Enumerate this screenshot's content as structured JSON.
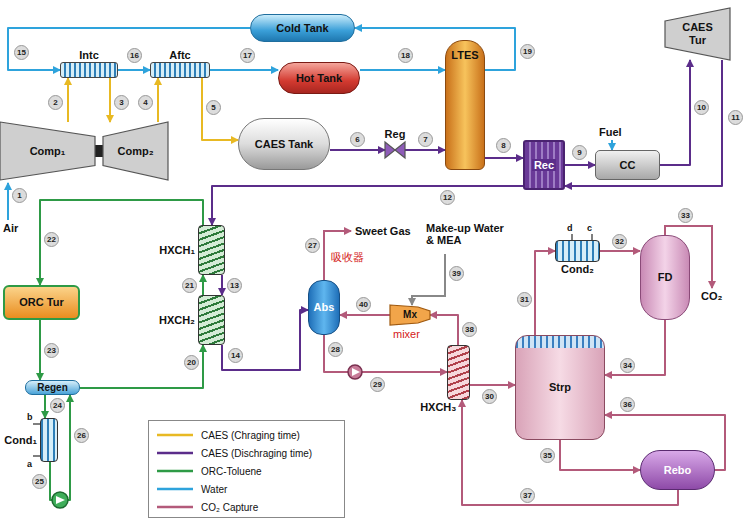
{
  "diagram": {
    "nodes": [
      {
        "text": [
          "Cold Tank"
        ]
      },
      {
        "text": [
          "Intc"
        ]
      },
      {
        "text": [
          "Aftc"
        ]
      },
      {
        "text": [
          "Hot Tank"
        ]
      },
      {
        "text": [
          "Comp₁"
        ]
      },
      {
        "text": [
          "Comp₂"
        ]
      },
      {
        "text": [
          "CAES Tank"
        ]
      },
      {
        "text": [
          "Reg"
        ]
      },
      {
        "text": [
          "LTES"
        ]
      },
      {
        "text": [
          "Rec"
        ]
      },
      {
        "text": [
          "CC"
        ]
      },
      {
        "text": [
          "CAES Tur"
        ]
      },
      {
        "text": [
          "HXCH₁"
        ]
      },
      {
        "text": [
          "HXCH₂"
        ]
      },
      {
        "text": [
          "ORC Tur"
        ]
      },
      {
        "text": [
          "Regen"
        ]
      },
      {
        "text": [
          "Cond₁"
        ]
      },
      {
        "text": [
          "Abs"
        ]
      },
      {
        "text": [
          "Mx"
        ]
      },
      {
        "text": [
          "HXCH₃"
        ]
      },
      {
        "text": [
          "Cond₂"
        ]
      },
      {
        "text": [
          "FD"
        ]
      },
      {
        "text": [
          "Strp"
        ]
      },
      {
        "text": [
          "Rebo"
        ]
      }
    ],
    "edges": [
      {
        "from": 4,
        "to": 1,
        "arrow": "to"
      },
      {
        "from": 1,
        "to": 5,
        "arrow": "to"
      },
      {
        "from": 5,
        "to": 2,
        "arrow": "to"
      },
      {
        "from": 2,
        "to": 6,
        "arrow": "to"
      },
      {
        "from": 6,
        "to": 7,
        "arrow": "to"
      },
      {
        "from": 7,
        "to": 8,
        "arrow": "to"
      },
      {
        "from": 8,
        "to": 9,
        "arrow": "to"
      },
      {
        "from": 9,
        "to": 10,
        "arrow": "to"
      },
      {
        "from": 10,
        "to": 11,
        "arrow": "to"
      },
      {
        "from": 11,
        "to": 9,
        "arrow": "to"
      },
      {
        "from": 9,
        "to": 12,
        "arrow": "to"
      },
      {
        "from": 12,
        "to": 13,
        "arrow": "to"
      },
      {
        "from": 13,
        "to": 17,
        "arrow": "to"
      },
      {
        "from": 0,
        "to": 1,
        "arrow": "to"
      },
      {
        "from": 1,
        "to": 2,
        "arrow": "to"
      },
      {
        "from": 2,
        "to": 3,
        "arrow": "to"
      },
      {
        "from": 3,
        "to": 8,
        "arrow": "to"
      },
      {
        "from": 8,
        "to": 0,
        "arrow": "to"
      },
      {
        "from": 13,
        "to": 12,
        "arrow": "to"
      },
      {
        "from": 12,
        "to": 14,
        "arrow": "to"
      },
      {
        "from": 14,
        "to": 15,
        "arrow": "to"
      },
      {
        "from": 15,
        "to": 16,
        "arrow": "to"
      },
      {
        "from": 16,
        "to": 15,
        "arrow": "to"
      },
      {
        "from": 15,
        "to": 13,
        "arrow": "to"
      },
      {
        "from": 17,
        "to": 19,
        "arrow": "to"
      },
      {
        "from": 18,
        "to": 17,
        "arrow": "to"
      },
      {
        "from": 19,
        "to": 18,
        "arrow": "to"
      },
      {
        "from": 19,
        "to": 22,
        "arrow": "to"
      },
      {
        "from": 22,
        "to": 20,
        "arrow": "to"
      },
      {
        "from": 20,
        "to": 21,
        "arrow": "to"
      },
      {
        "from": 21,
        "to": 22,
        "arrow": "to"
      },
      {
        "from": 22,
        "to": 23,
        "arrow": "to"
      },
      {
        "from": 23,
        "to": 22,
        "arrow": "to"
      },
      {
        "from": 23,
        "to": 19,
        "arrow": "to"
      }
    ],
    "labels": [
      "1",
      "Air",
      "2",
      "3",
      "4",
      "5",
      "15",
      "16",
      "17",
      "18",
      "19",
      "6",
      "7",
      "8",
      "9",
      "Fuel",
      "10",
      "11",
      "12",
      "13",
      "21",
      "20",
      "14",
      "22",
      "23",
      "24",
      "25",
      "26",
      "b",
      "a",
      "27",
      "Sweet Gas",
      "吸收器",
      "28",
      "29",
      "40",
      "39",
      "Make-up Water & MEA",
      "mixer",
      "38",
      "30",
      "31",
      "d",
      "c",
      "32",
      "33",
      "CO₂",
      "34",
      "36",
      "35",
      "37"
    ],
    "legend": [
      {
        "text": "CAES (Chraging time)"
      },
      {
        "text": "CAES (Dischraging time)"
      },
      {
        "text": "ORC-Toluene"
      },
      {
        "text": "Water"
      },
      {
        "text": "CO₂ Capture"
      }
    ]
  }
}
